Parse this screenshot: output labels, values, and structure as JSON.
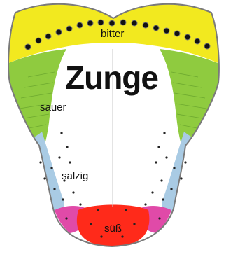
{
  "diagram": {
    "title": "Zunge",
    "regions": [
      {
        "key": "bitter",
        "label": "bitter",
        "color": "#f2e91f"
      },
      {
        "key": "sauer",
        "label": "sauer",
        "color": "#8fcb3f"
      },
      {
        "key": "salzig",
        "label": "salzig",
        "color": "#a9cbe4"
      },
      {
        "key": "suess",
        "label": "süß",
        "color": "#ff2a1a"
      }
    ],
    "accent_colors": {
      "outline": "#7a7a7a",
      "pink_lobes": "#e04aa8",
      "fleck": "#ffffff"
    }
  }
}
